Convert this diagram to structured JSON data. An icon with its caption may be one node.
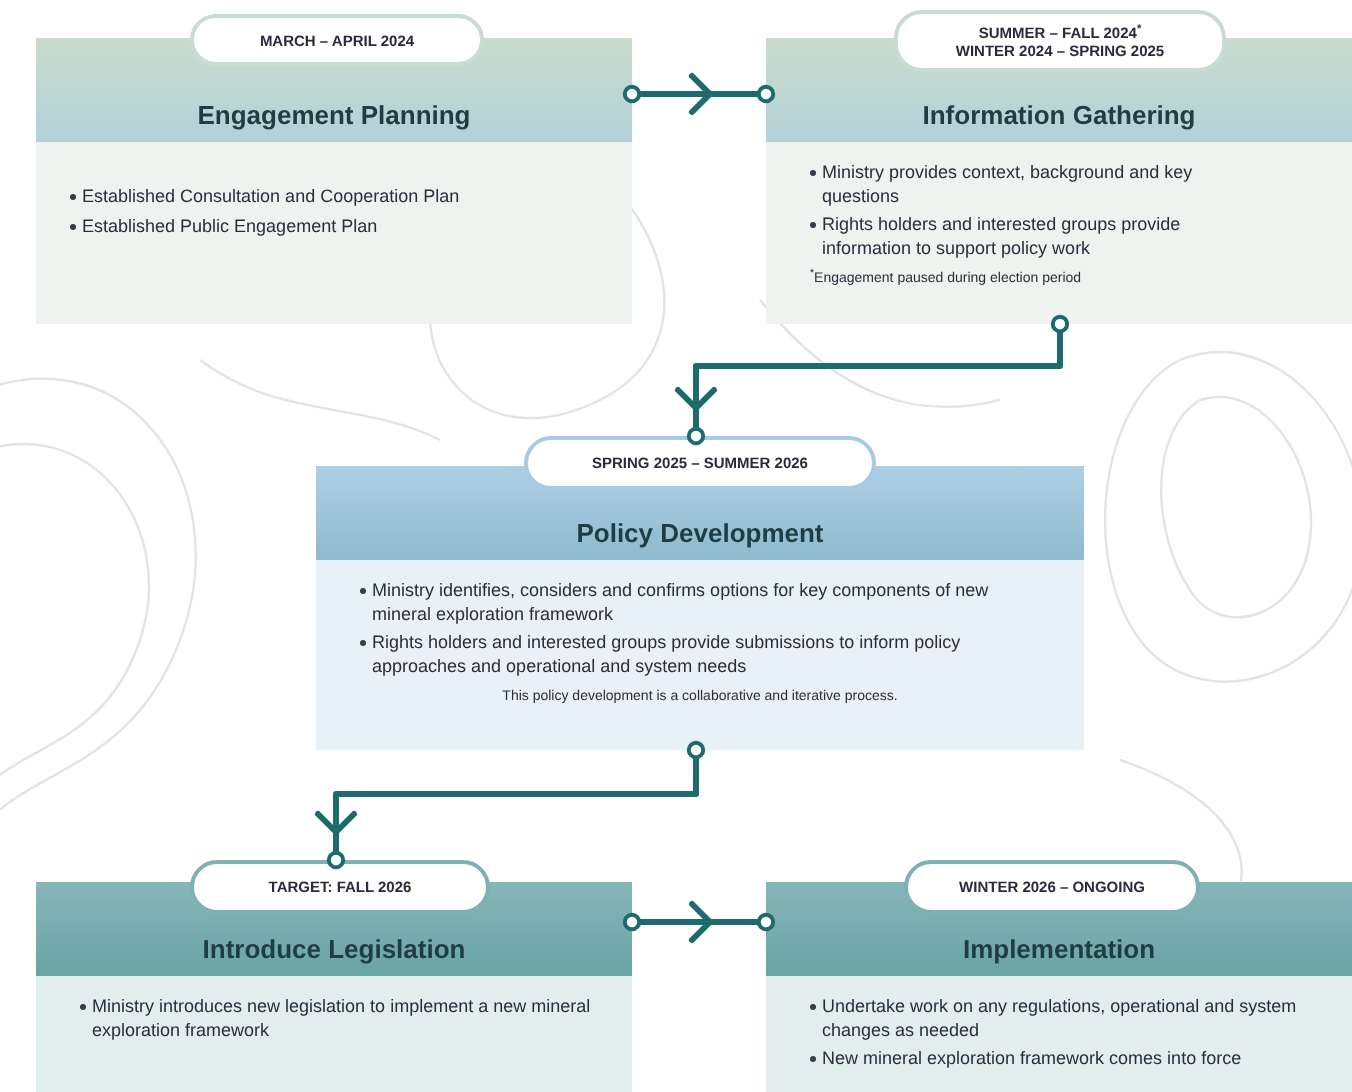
{
  "diagram": {
    "nodes": [
      {
        "text": [
          "MARCH – APRIL 2024"
        ]
      },
      {
        "text": [
          "Engagement Planning",
          "Established Consultation and Cooperation Plan",
          "Established Public Engagement Plan"
        ]
      },
      {
        "text": [
          "SUMMER – FALL 2024$^{*}$",
          "WINTER 2024 – SPRING 2025"
        ]
      },
      {
        "text": [
          "Information Gathering",
          "Ministry provides context, background and key questions",
          "Rights holders and interested groups provide information to support policy work",
          "$^{*}$Engagement paused during election period"
        ]
      },
      {
        "text": [
          "SPRING 2025 – SUMMER 2026"
        ]
      },
      {
        "text": [
          "Policy Development",
          "Ministry identifies, considers and confirms options for key components of new mineral exploration framework",
          "Rights holders and interested groups provide submissions to inform policy approaches and operational and system needs",
          "This policy development is a collaborative and iterative process."
        ]
      },
      {
        "text": [
          "TARGET: FALL 2026"
        ]
      },
      {
        "text": [
          "Introduce Legislation",
          "Ministry introduces new legislation to implement a new mineral exploration framework"
        ]
      },
      {
        "text": [
          "WINTER 2026 – ONGOING"
        ]
      },
      {
        "text": [
          "Implementation",
          "Undertake work on any regulations, operational and system changes as needed",
          "New mineral exploration framework comes into force"
        ]
      }
    ],
    "edges": [
      {
        "from": 1,
        "to": 3,
        "arrow": "to"
      },
      {
        "from": 3,
        "to": 4,
        "arrow": "to"
      },
      {
        "from": 5,
        "to": 6,
        "arrow": "to"
      },
      {
        "from": 7,
        "to": 9,
        "arrow": "to"
      }
    ]
  }
}
